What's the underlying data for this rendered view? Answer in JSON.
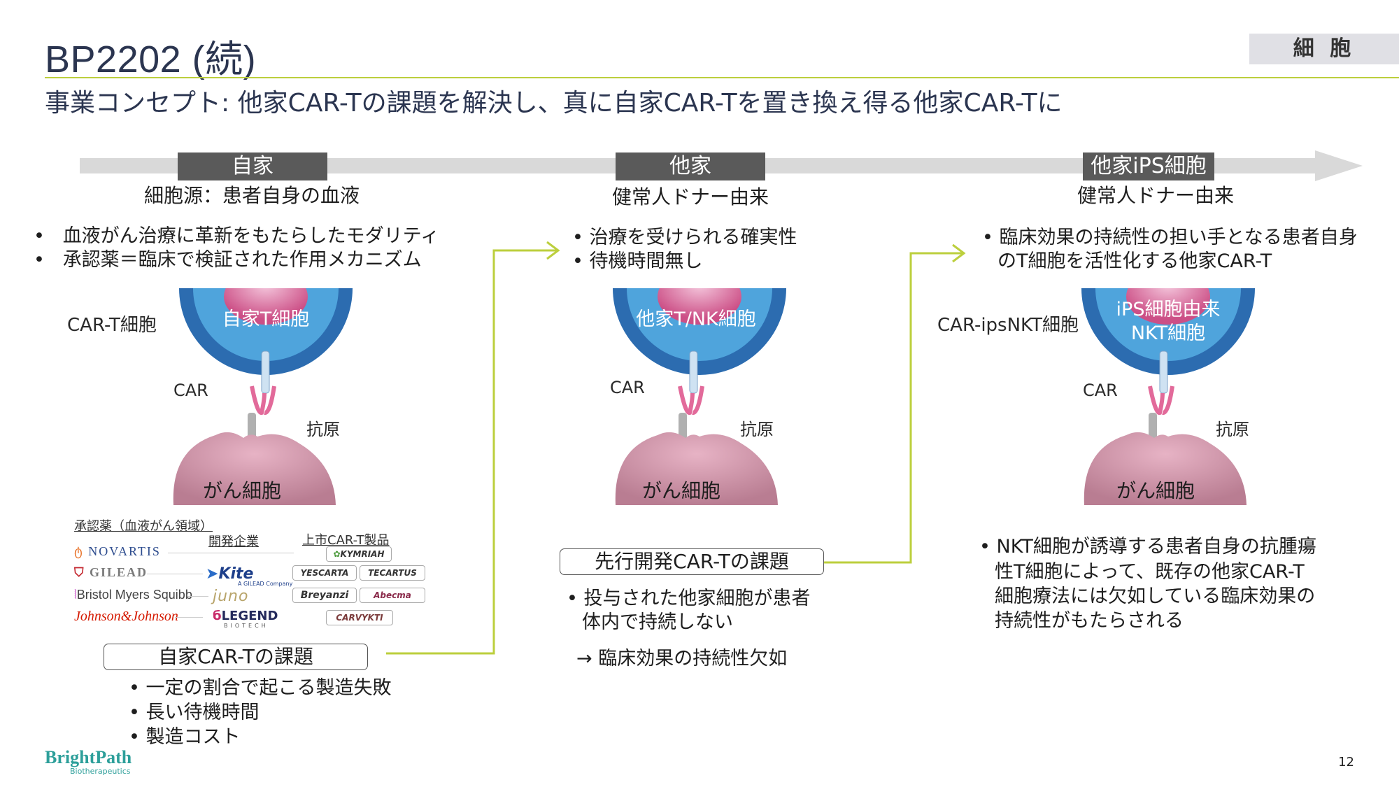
{
  "header": {
    "title": "BP2202 (続)",
    "tag": "細 胞",
    "subtitle": "事業コンセプト: 他家CAR-Tの課題を解決し、真に自家CAR-Tを置き換え得る他家CAR-Tに"
  },
  "phases": [
    {
      "label": "自家",
      "source": "細胞源：患者自身の血液",
      "bullets": [
        "血液がん治療に革新をもたらしたモダリティ",
        "承認薬＝臨床で検証された作用メカニズム"
      ],
      "cell_label": "CAR-T細胞",
      "cell_text": "自家T細胞",
      "car_label": "CAR",
      "antigen_label": "抗原",
      "cancer_label": "がん細胞"
    },
    {
      "label": "他家",
      "source": "健常人ドナー由来",
      "bullets": [
        "治療を受けられる確実性",
        "待機時間無し"
      ],
      "cell_text": "他家T/NK細胞",
      "car_label": "CAR",
      "antigen_label": "抗原",
      "cancer_label": "がん細胞"
    },
    {
      "label": "他家iPS細胞",
      "source": "健常人ドナー由来",
      "bullets_line1": "臨床効果の持続性の担い手となる患者自身",
      "bullets_line2": "のT細胞を活性化する他家CAR-T",
      "cell_label": "CAR-ipsNKT細胞",
      "cell_text_1": "iPS細胞由来",
      "cell_text_2": "NKT細胞",
      "car_label": "CAR",
      "antigen_label": "抗原",
      "cancer_label": "がん細胞"
    }
  ],
  "approved": {
    "heading": "承認薬（血液がん領域）",
    "col_company": "開発企業",
    "col_product": "上市CAR-T製品",
    "pharma": [
      "NOVARTIS",
      "GILEAD",
      "Bristol Myers Squibb",
      "Johnson&Johnson"
    ],
    "developers": [
      "Kite",
      "A GILEAD Company",
      "juno",
      "LEGEND",
      "BIOTECH"
    ],
    "products": [
      "KYMRIAH",
      "YESCARTA",
      "TECARTUS",
      "Breyanzi",
      "Abecma",
      "CARVYKTI"
    ]
  },
  "issue_auto": {
    "title": "自家CAR-Tの課題",
    "bullets": [
      "一定の割合で起こる製造失敗",
      "長い待機時間",
      "製造コスト"
    ]
  },
  "issue_allo": {
    "title": "先行開発CAR-Tの課題",
    "bullet_l1": "投与された他家細胞が患者",
    "bullet_l2": "体内で持続しない",
    "conclusion": "→ 臨床効果の持続性欠如"
  },
  "benefit": {
    "l1": "NKT細胞が誘導する患者自身の抗腫瘍",
    "l2": "性T細胞によって、既存の他家CAR-T",
    "l3": "細胞療法には欠如している臨床効果の",
    "l4": "持続性がもたらされる"
  },
  "footer": {
    "logo": "BrightPath",
    "logo_sub": "Biotherapeutics",
    "page": "12"
  },
  "colors": {
    "accent": "#bccf3d",
    "phase_bg": "#5a5a5a",
    "timeline": "#d9d9d9",
    "title": "#2b3550"
  }
}
